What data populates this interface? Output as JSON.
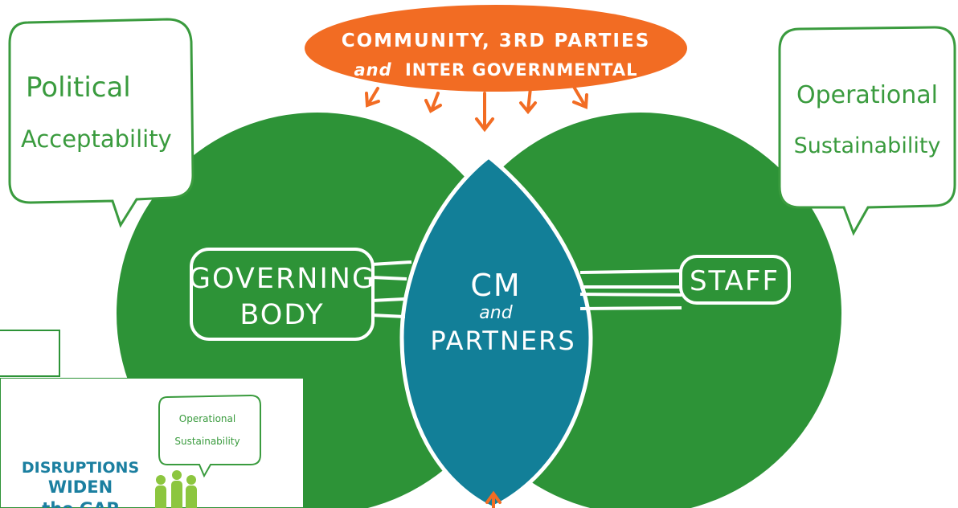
{
  "diagram": {
    "top_banner": {
      "line1": "COMMUNITY, 3RD PARTIES",
      "line2_prefix": "and",
      "line2_rest": "INTER GOVERNMENTAL"
    },
    "bubble_left": {
      "line1": "Political",
      "line2": "Acceptability"
    },
    "bubble_right": {
      "line1": "Operational",
      "line2": "Sustainability"
    },
    "center": {
      "line1": "CM",
      "line2": "and",
      "line3": "PARTNERS"
    },
    "left_box": {
      "line1": "GOVERNING",
      "line2": "BODY"
    },
    "right_box": {
      "line1": "STAFF"
    }
  },
  "thumbnail": {
    "bubble": {
      "line1": "Operational",
      "line2": "Sustainability"
    },
    "heading": {
      "line1": "DISRUPTIONS",
      "line2": "WIDEN",
      "line3": "the GAP"
    }
  },
  "colors": {
    "green": "#2d9337",
    "teal": "#127f98",
    "orange": "#f26c23",
    "bubble_text": "#3a9b3e",
    "thumb_heading": "#1b7fa0",
    "thumb_figures": "#8cc63f"
  }
}
